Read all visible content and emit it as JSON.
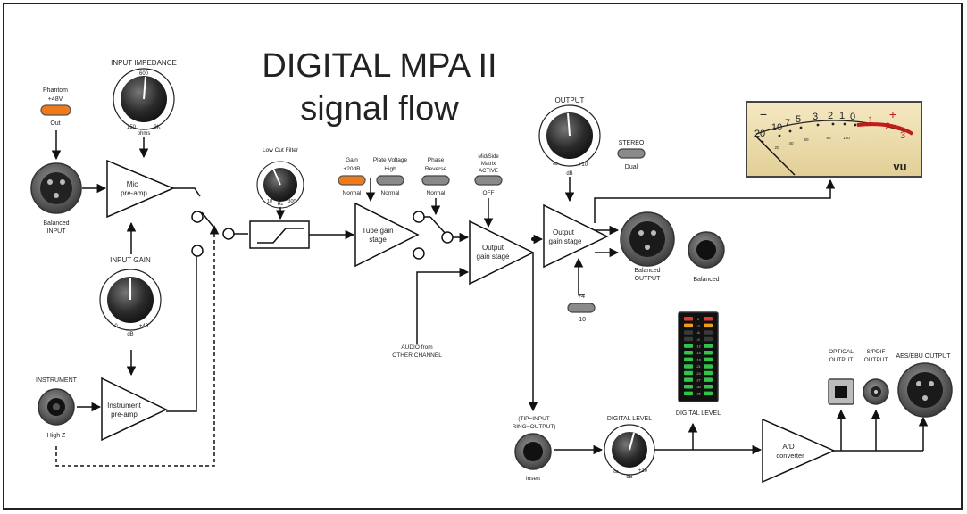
{
  "title": {
    "line1": "DIGITAL MPA II",
    "line2": "signal flow"
  },
  "labels": {
    "phantom": "Phantom",
    "phantom_v": "+48V",
    "phantom_out": "Out",
    "balanced_input": "Balanced",
    "balanced_input2": "INPUT",
    "input_impedance": "INPUT IMPEDANCE",
    "imp_600": "600",
    "imp_150": "150",
    "imp_3k": "3K",
    "imp_ohms": "ohms",
    "mic_preamp1": "Mic",
    "mic_preamp2": "pre-amp",
    "input_gain": "INPUT GAIN",
    "gain_0": "0",
    "gain_40": "+40",
    "gain_db": "dB",
    "instrument": "INSTRUMENT",
    "high_z": "High Z",
    "inst_preamp1": "Instrument",
    "inst_preamp2": "pre-amp",
    "low_cut": "Low Cut Filter",
    "lc_10": "10",
    "lc_300": "300",
    "lc_hz": "Hz",
    "gain_sw": "Gain",
    "gain_sw_v": "+20dB",
    "gain_sw_n": "Normal",
    "plate": "Plate Voltage",
    "plate_v": "High",
    "plate_n": "Normal",
    "phase": "Phase",
    "phase_v": "Reverse",
    "phase_n": "Normal",
    "ms1": "Mid/Side",
    "ms2": "Matrix",
    "ms3": "ACTIVE",
    "ms_off": "OFF",
    "tube1": "Tube gain",
    "tube2": "stage",
    "out1_1": "Output",
    "out1_2": "gain stage",
    "out2_1": "Output",
    "out2_2": "gain stage",
    "audio_from1": "AUDIO from",
    "audio_from2": "OTHER CHANNEL",
    "output_knob": "OUTPUT",
    "out_inf": "∞",
    "out_10": "+10",
    "out_db": "dB",
    "stereo": "STEREO",
    "dual": "Dual",
    "bal_output1": "Balanced",
    "bal_output2": "OUTPUT",
    "balanced_jack": "Balanced",
    "plus4": "+4",
    "minus10": "-10",
    "tip_ring1": "(TIP=INPUT",
    "tip_ring2": "RING=OUTPUT)",
    "insert": "Insert",
    "digital_level_knob": "DIGITAL LEVEL",
    "dl_inf": "∞",
    "dl_10": "+10",
    "dl_db": "dB",
    "digital_level_meter": "DIGITAL LEVEL",
    "ad1": "A/D",
    "ad2": "converter",
    "optical1": "OPTICAL",
    "optical2": "OUTPUT",
    "spdif1": "S/PDIF",
    "spdif2": "OUTPUT",
    "aes": "AES/EBU  OUTPUT"
  },
  "vu": {
    "minus": "−",
    "plus": "+",
    "scale_black": [
      "20",
      "10",
      "7",
      "5",
      "3",
      "2",
      "1",
      "0"
    ],
    "scale_red": [
      "1",
      "2",
      "3"
    ],
    "pct": [
      "20",
      "40",
      "60",
      "80",
      "100"
    ],
    "brand": "vu",
    "needle_db": -20,
    "colors": {
      "face": "#efe1b2",
      "red": "#c41a1a"
    }
  },
  "led_meter": {
    "rows": [
      "0",
      "-3",
      "-6",
      "-9",
      "-12",
      "-15",
      "-18",
      "-21",
      "-24",
      "-27",
      "-30",
      "-36"
    ],
    "lit_from_bottom": 8,
    "colors": {
      "green": "#33c24a",
      "red": "#e23b2e",
      "amber": "#e8a020",
      "off": "#3a3a3a"
    }
  },
  "colors": {
    "led_orange": "#f07a1a",
    "led_off": "#8a8a8a",
    "line": "#111111"
  }
}
